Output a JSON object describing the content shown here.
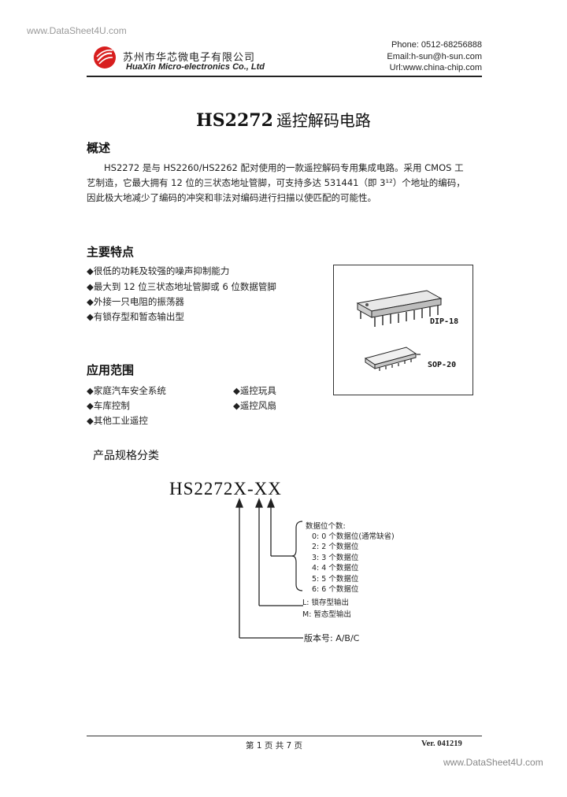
{
  "watermark_top": "www.DataSheet4U.com",
  "watermark_bottom": "www.DataSheet4U.com",
  "header": {
    "company_cn": "苏州市华芯微电子有限公司",
    "company_en": "HuaXin Micro-electronics Co., Ltd",
    "phone": "Phone: 0512-68256888",
    "email": "Email:h-sun@h-sun.com",
    "url": "Url:www.china-chip.com"
  },
  "doc_title": {
    "part": "HS2272",
    "desc": "遥控解码电路"
  },
  "overview": {
    "heading": "概述",
    "lines": [
      "HS2272 是与 HS2260/HS2262 配对使用的一款遥控解码专用集成电路。采用 CMOS 工",
      "艺制造，它最大拥有 12 位的三状态地址管脚，可支持多达 531441（即 3¹²）个地址的编码，",
      "因此极大地减少了编码的冲突和非法对编码进行扫描以使匹配的可能性。"
    ]
  },
  "features": {
    "heading": "主要特点",
    "items": [
      "◆很低的功耗及较强的噪声抑制能力",
      "◆最大到 12 位三状态地址管脚或 6 位数据管脚",
      "◆外接一只电阻的振荡器",
      "◆有锁存型和暂态输出型"
    ]
  },
  "packages": {
    "dip": "DIP-18",
    "sop": "SOP-20"
  },
  "applications": {
    "heading": "应用范围",
    "left": [
      "◆家庭汽车安全系统",
      "◆车库控制",
      "◆其他工业遥控"
    ],
    "right": [
      "◆遥控玩具",
      "◆遥控风扇"
    ]
  },
  "classification": {
    "heading": "产品规格分类",
    "model": "HS2272X-XX",
    "data_title": "数据位个数:",
    "data_options": [
      "0: 0 个数据位(通常缺省)",
      "2: 2 个数据位",
      "3: 3 个数据位",
      "4: 4 个数据位",
      "5: 5 个数据位",
      "6: 6 个数据位"
    ],
    "output_l": "L:   锁存型输出",
    "output_m": "M:   暂态型输出",
    "version": "版本号:  A/B/C"
  },
  "footer": {
    "page": "第 1 页 共 7 页",
    "version": "Ver. 041219"
  }
}
